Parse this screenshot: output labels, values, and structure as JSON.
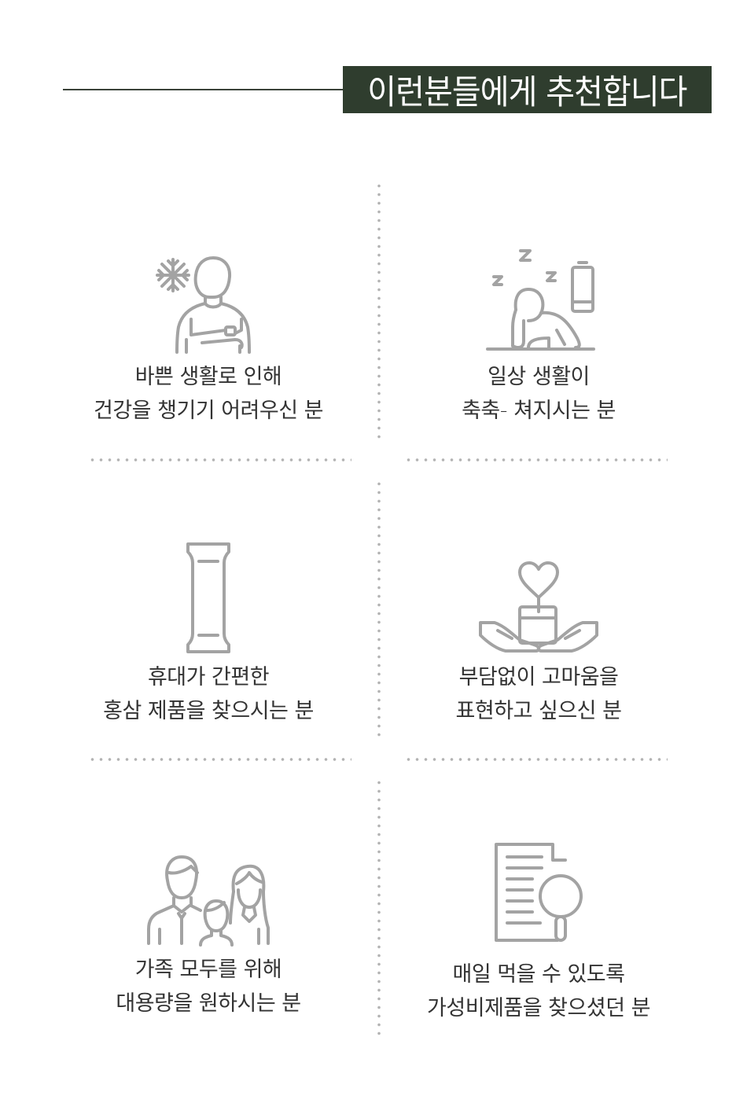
{
  "header": {
    "title": "이런분들에게 추천합니다",
    "background_color": "#2f3d2e",
    "text_color": "#ffffff"
  },
  "colors": {
    "icon_stroke": "#a3a3a3",
    "caption_text": "#333333",
    "divider_dots": "#b3b3b3"
  },
  "recommendations": [
    {
      "icon": "cold-person-arms-crossed-icon",
      "line1": "바쁜 생활로 인해",
      "line2": "건강을 챙기기 어려우신 분"
    },
    {
      "icon": "tired-sleeping-person-low-battery-icon",
      "line1": "일상 생활이",
      "line2": "축축- 쳐지시는 분"
    },
    {
      "icon": "stick-pouch-icon",
      "line1": "휴대가 간편한",
      "line2": "홍삼 제품을 찾으시는 분"
    },
    {
      "icon": "hands-gift-heart-icon",
      "line1": "부담없이 고마움을",
      "line2": "표현하고 싶으신 분"
    },
    {
      "icon": "family-icon",
      "line1": "가족 모두를 위해",
      "line2": "대용량을 원하시는 분"
    },
    {
      "icon": "document-magnifier-icon",
      "line1": "매일 먹을 수 있도록",
      "line2": "가성비제품을 찾으셨던 분"
    }
  ]
}
